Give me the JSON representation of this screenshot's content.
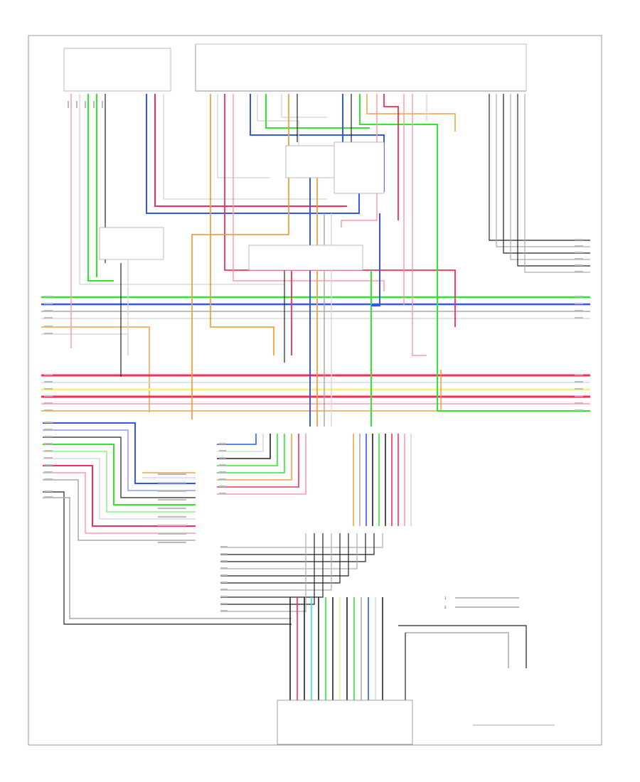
{
  "wire_colors": {
    "red": "#ff2a55",
    "pink": "#ff9aaa",
    "green": "#2ee82e",
    "light_green": "#8cf08c",
    "blue": "#3355ff",
    "light_blue": "#8899ff",
    "orange": "#f2a040",
    "yellow": "#f5f08a",
    "black": "#222222",
    "gray": "#aaaaaa",
    "light_gray": "#d8d8d8",
    "cyan": "#33ddee"
  },
  "components": [
    {
      "id": "top-left-module"
    },
    {
      "id": "center-unit-a"
    },
    {
      "id": "center-unit-b"
    },
    {
      "id": "center-module-c"
    },
    {
      "id": "center-module-d"
    },
    {
      "id": "bottom-unit"
    },
    {
      "id": "bottom-right-component"
    },
    {
      "id": "top-right-connector"
    }
  ],
  "legend": {
    "item_1": "1",
    "item_2": "2"
  },
  "footer": {
    "code": ""
  }
}
